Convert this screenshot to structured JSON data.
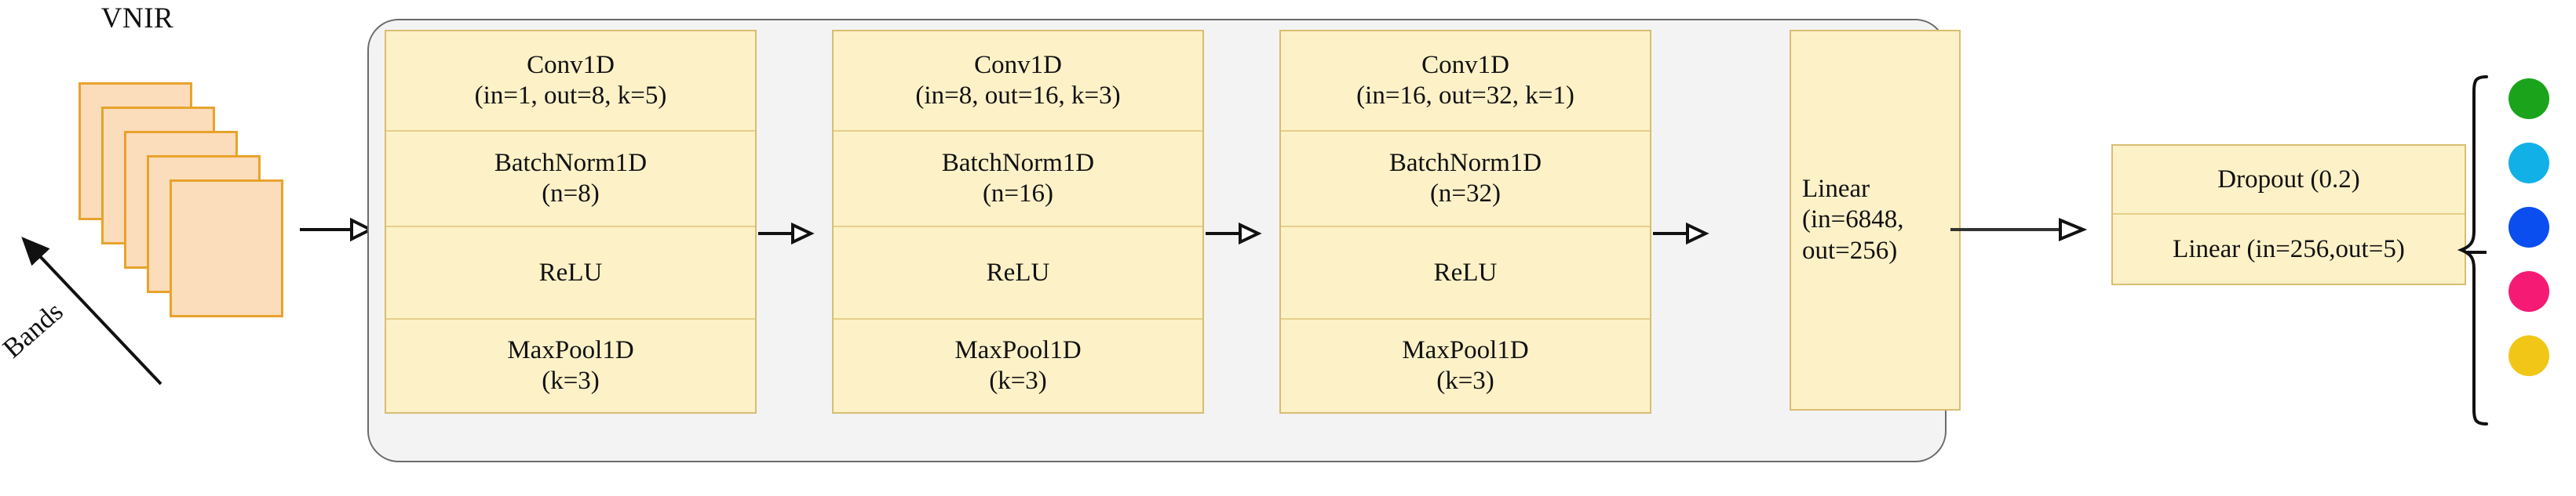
{
  "input": {
    "label": "VNIR",
    "axis_label": "Bands",
    "sheet_count": 5,
    "sheet_fill": "#fbdcbb",
    "sheet_stroke": "#e8a32c"
  },
  "backbone": {
    "fill": "#f3f3f3",
    "stroke": "#6b6b6b",
    "blocks": [
      {
        "name": "conv-block-1",
        "conv": "Conv1D",
        "conv_params": "(in=1, out=8, k=5)",
        "norm": "BatchNorm1D",
        "norm_params": "(n=8)",
        "activation": "ReLU",
        "pool": "MaxPool1D",
        "pool_params": "(k=3)"
      },
      {
        "name": "conv-block-2",
        "conv": "Conv1D",
        "conv_params": "(in=8, out=16, k=3)",
        "norm": "BatchNorm1D",
        "norm_params": "(n=16)",
        "activation": "ReLU",
        "pool": "MaxPool1D",
        "pool_params": "(k=3)"
      },
      {
        "name": "conv-block-3",
        "conv": "Conv1D",
        "conv_params": "(in=16, out=32, k=1)",
        "norm": "BatchNorm1D",
        "norm_params": "(n=32)",
        "activation": "ReLU",
        "pool": "MaxPool1D",
        "pool_params": "(k=3)"
      }
    ],
    "linear": {
      "line1": "Linear",
      "line2": "(in=6848,",
      "line3": "out=256)"
    },
    "block_fill": "#fdf1c7",
    "block_stroke": "#d8bd72"
  },
  "head": {
    "dropout": "Dropout (0.2)",
    "classifier": "Linear (in=256,out=5)"
  },
  "output": {
    "classes": [
      {
        "name": "class-dot-green",
        "color": "#1ba41b"
      },
      {
        "name": "class-dot-cyan",
        "color": "#11b1e8"
      },
      {
        "name": "class-dot-blue",
        "color": "#0a4ef0"
      },
      {
        "name": "class-dot-pink",
        "color": "#f51a74"
      },
      {
        "name": "class-dot-yellow",
        "color": "#f2c617"
      }
    ],
    "brace_color": "#111111"
  },
  "arrows": {
    "color": "#111111",
    "count": 5,
    "style": "open-triangle-head"
  }
}
